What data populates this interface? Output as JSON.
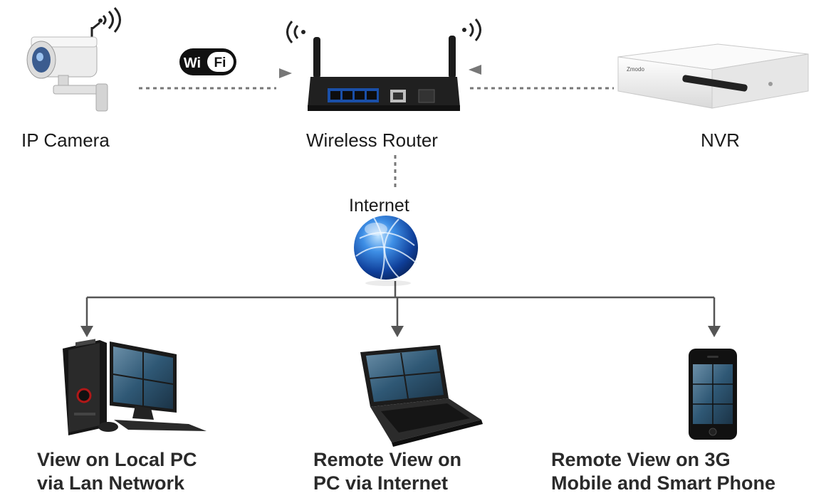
{
  "nodes": {
    "ip_camera": {
      "label": "IP Camera",
      "icon": "ip-camera-icon"
    },
    "router": {
      "label": "Wireless Router",
      "icon": "wireless-router-icon"
    },
    "nvr": {
      "label": "NVR",
      "icon": "nvr-icon"
    },
    "internet": {
      "label": "Internet",
      "icon": "globe-icon"
    }
  },
  "wifi_badge": {
    "text_left": "Wi",
    "text_right": "Fi"
  },
  "outputs": [
    {
      "line1": "View on Local PC",
      "line2": "via Lan Network",
      "icon": "desktop-pc-icon"
    },
    {
      "line1": "Remote View on",
      "line2": "PC via Internet",
      "icon": "laptop-icon"
    },
    {
      "line1": "Remote View on 3G",
      "line2": "Mobile and Smart Phone",
      "icon": "smartphone-icon"
    }
  ],
  "colors": {
    "connector": "#555555",
    "dashed": "#777777",
    "globe": "#1d63c8",
    "screen": "#3a6b8f"
  }
}
